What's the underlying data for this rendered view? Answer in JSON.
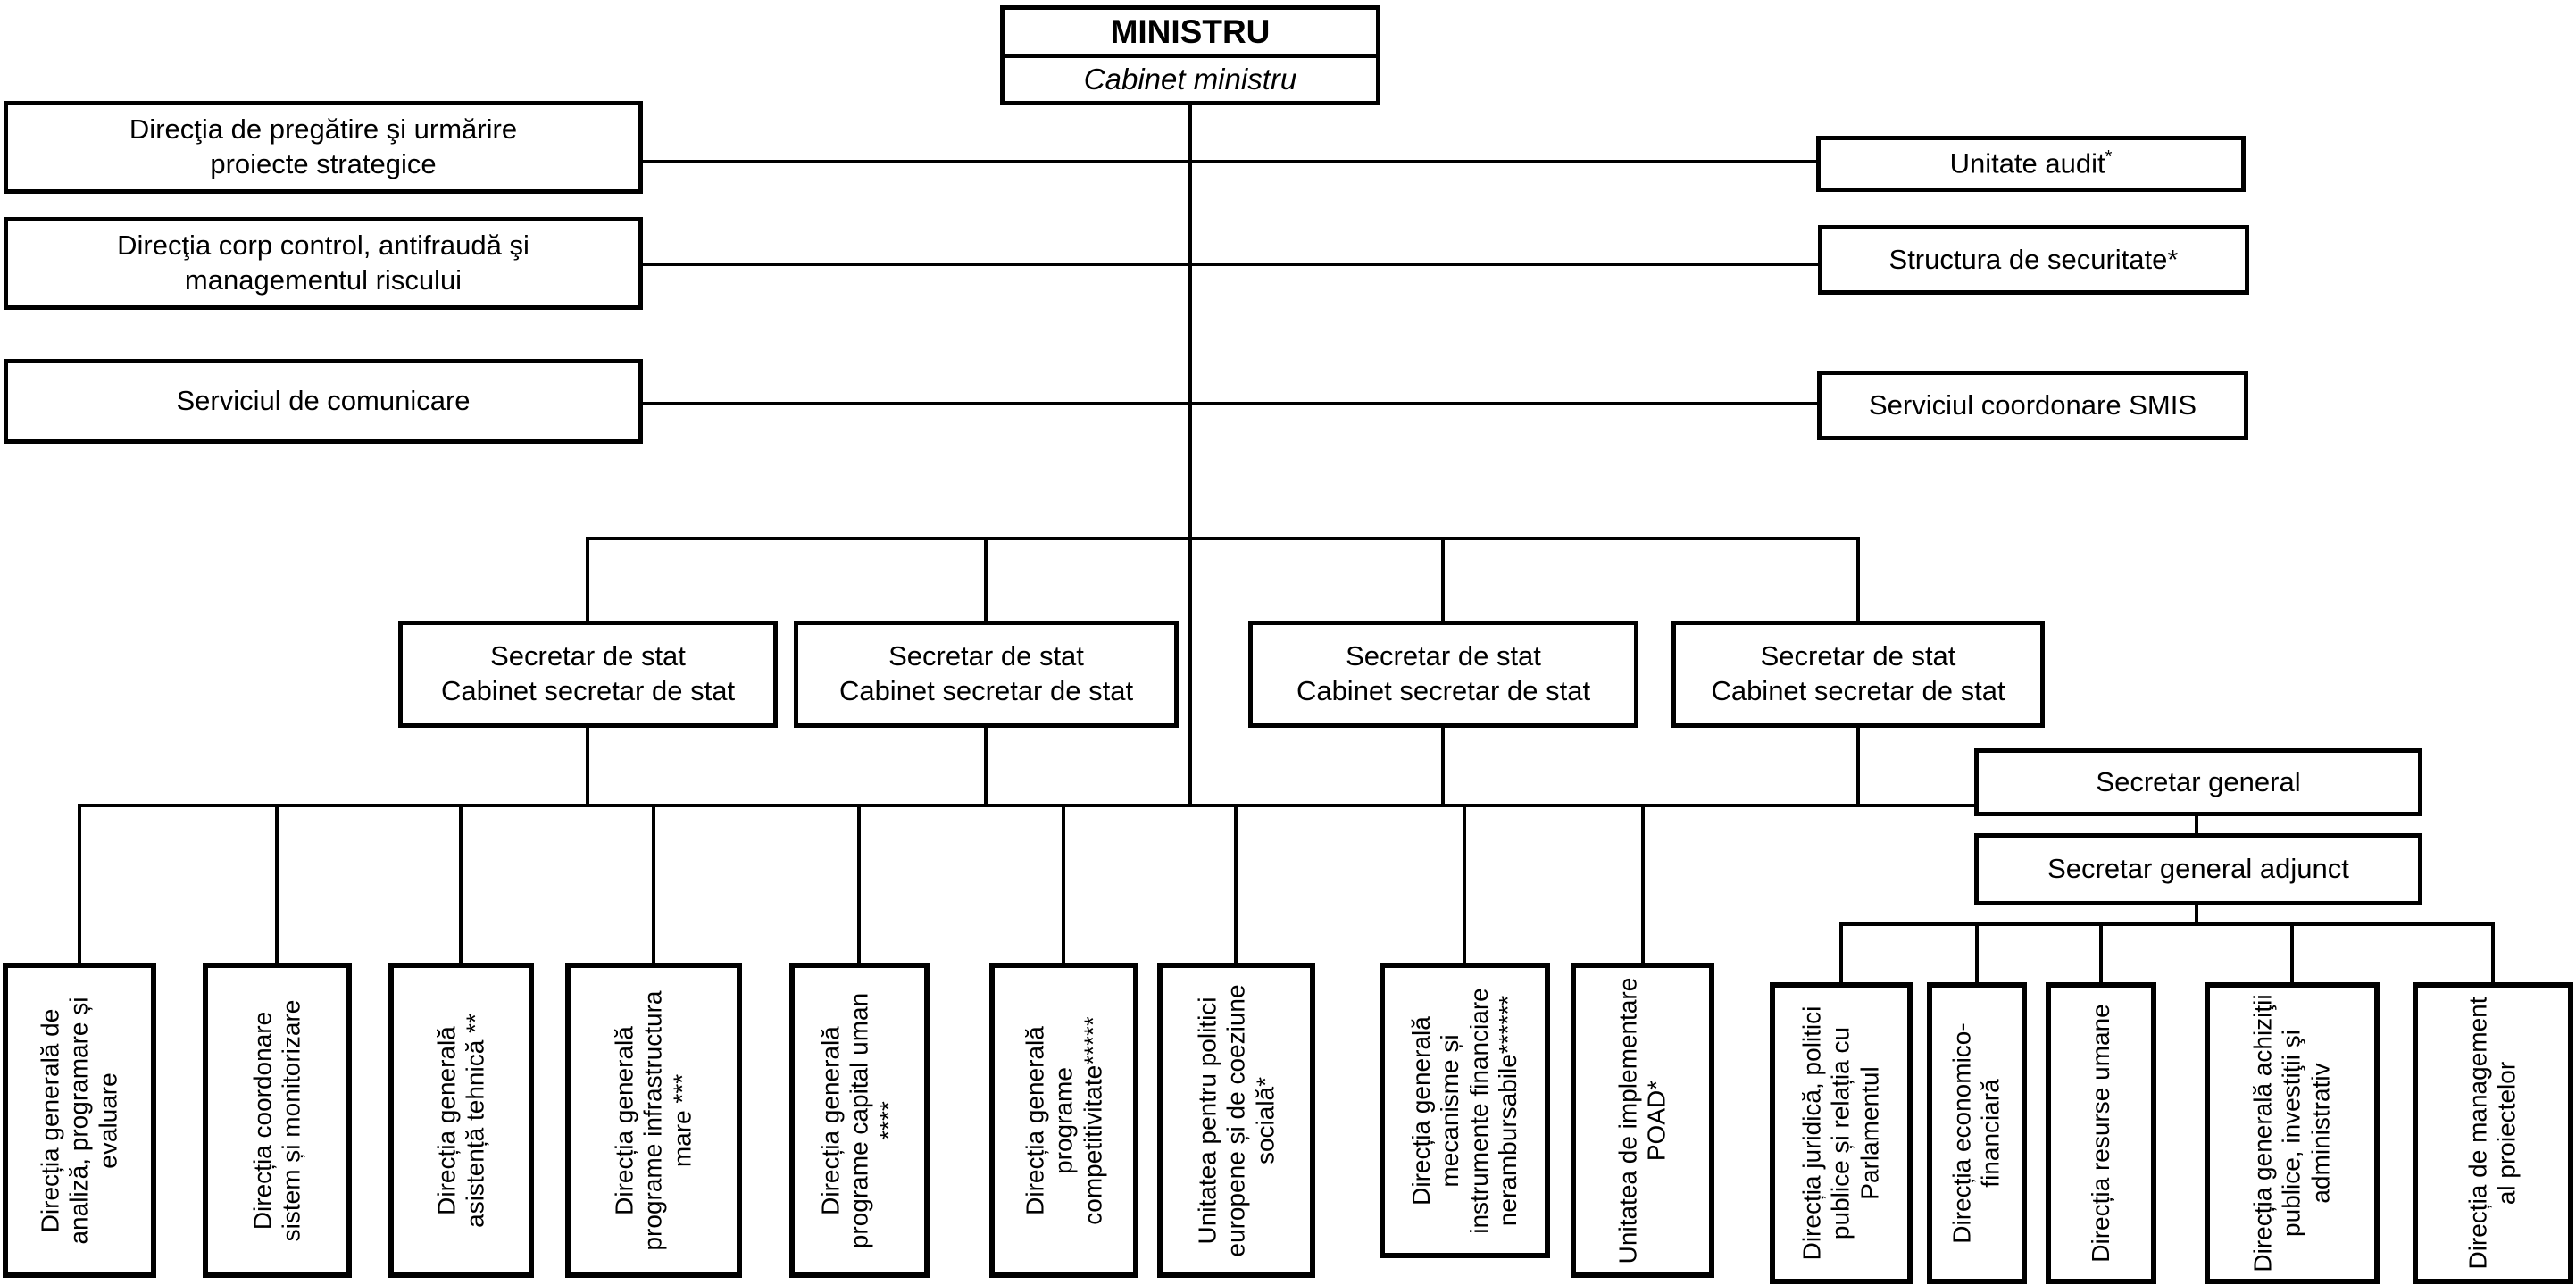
{
  "org_chart": {
    "minister": {
      "title": "MINISTRU",
      "subtitle": "Cabinet ministru"
    },
    "left_units": [
      {
        "label": "Direcţia de pregătire şi urmărire proiecte strategice"
      },
      {
        "label": "Direcţia corp control, antifraudă şi managementul riscului"
      },
      {
        "label": "Serviciul de comunicare"
      }
    ],
    "right_units": [
      {
        "label": "Unitate audit",
        "sup": "*"
      },
      {
        "label": "Structura de securitate*"
      },
      {
        "label": "Serviciul coordonare SMIS"
      }
    ],
    "state_secretaries": [
      {
        "line1": "Secretar de stat",
        "line2": "Cabinet secretar de stat"
      },
      {
        "line1": "Secretar de stat",
        "line2": "Cabinet secretar de stat"
      },
      {
        "line1": "Secretar de stat",
        "line2": "Cabinet secretar de stat"
      },
      {
        "line1": "Secretar de stat",
        "line2": "Cabinet secretar de stat"
      }
    ],
    "secretary_general": {
      "label": "Secretar general"
    },
    "secretary_general_adjunct": {
      "label": "Secretar general adjunct"
    },
    "bottom_units": [
      {
        "label": "Direcția generală de analiză, programare și evaluare"
      },
      {
        "label": "Direcția coordonare sistem și monitorizare"
      },
      {
        "label": "Direcția generală asistență tehnică **"
      },
      {
        "label": "Direcția generală programe infrastructura mare ***"
      },
      {
        "label": "Direcția generală programe capital uman ****"
      },
      {
        "label": "Direcția generală programe competitivitate*****"
      },
      {
        "label": "Unitatea pentru politici europene și de coeziune socială*"
      },
      {
        "label": "Direcția generală mecanisme și instrumente financiare nerambursabile******"
      },
      {
        "label": "Unitatea de implementare POAD*"
      },
      {
        "label": "Direcția juridică, politici publice și relația cu Parlamentul"
      },
      {
        "label": "Direcția economico-financiară"
      },
      {
        "label": "Direcția resurse umane"
      },
      {
        "label": "Direcția generală achiziţii publice, investiţii şi administrativ"
      },
      {
        "label": "Direcția de management al proiectelor"
      }
    ]
  }
}
